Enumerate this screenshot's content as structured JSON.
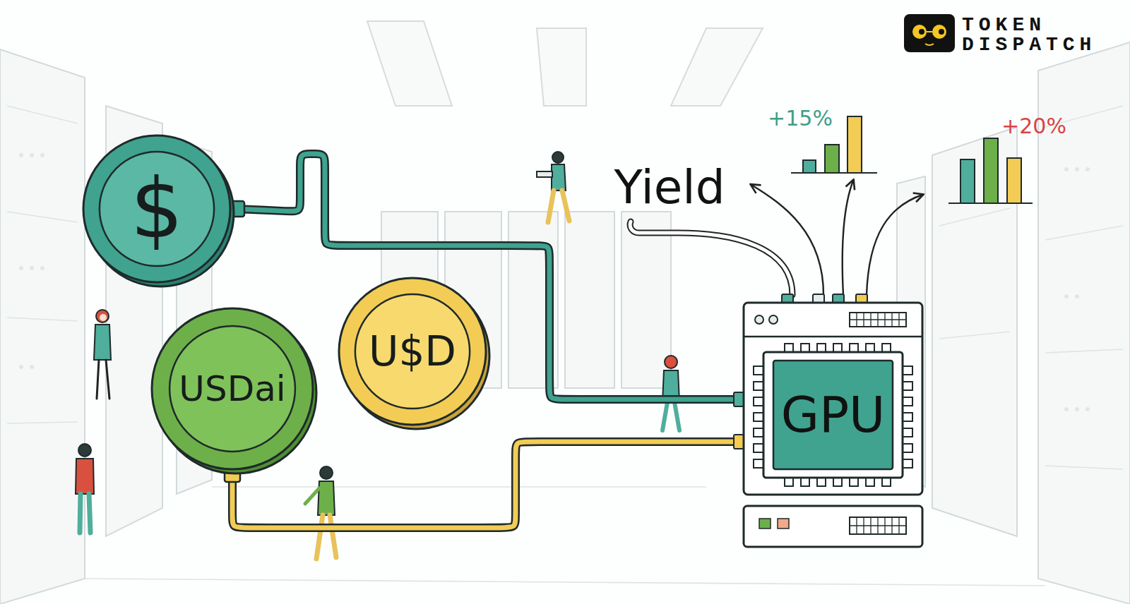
{
  "diagram": {
    "nodes": [
      {
        "text": [
          "$"
        ]
      },
      {
        "text": [
          "USDai"
        ]
      },
      {
        "text": [
          "U$D"
        ]
      },
      {
        "text": [
          "GPU"
        ]
      }
    ],
    "edges": [
      {
        "from": 0,
        "to": 3,
        "arrow": "none"
      },
      {
        "from": 1,
        "to": 3,
        "arrow": "none"
      }
    ],
    "labels": [
      "TOKEN DISPATCH",
      "+15%",
      "+20%",
      "Yield"
    ]
  }
}
